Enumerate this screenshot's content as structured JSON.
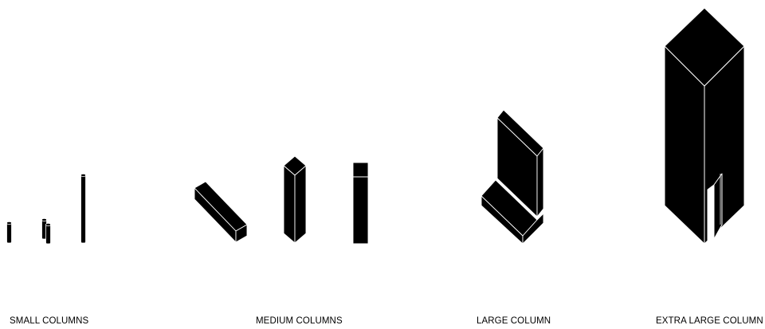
{
  "categories": [
    {
      "id": "small",
      "label": "SMALL COLUMNS"
    },
    {
      "id": "medium",
      "label": "MEDIUM COLUMNS"
    },
    {
      "id": "large",
      "label": "LARGE COLUMN"
    },
    {
      "id": "xlarge",
      "label": "EXTRA LARGE COLUMN"
    }
  ],
  "colors": {
    "fill": "#000000",
    "edge": "#ffffff",
    "background": "#ffffff"
  }
}
